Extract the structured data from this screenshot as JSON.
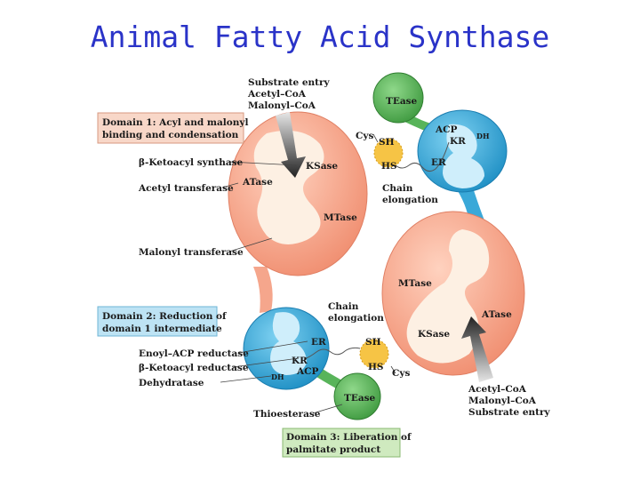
{
  "title": "Animal Fatty Acid Synthase",
  "substrate_entry_top": [
    "Substrate entry",
    "Acetyl–CoA",
    "Malonyl–CoA"
  ],
  "substrate_entry_bottom": [
    "Acetyl–CoA",
    "Malonyl–CoA",
    "Substrate entry"
  ],
  "domains": {
    "d1": [
      "Domain 1: Acyl and malonyl",
      "binding and condensation"
    ],
    "d2": [
      "Domain 2: Reduction of",
      "domain 1 intermediate"
    ],
    "d3": [
      "Domain 3: Liberation of",
      "palmitate product"
    ]
  },
  "left_labels": {
    "ketoacyl_synthase": "β-Ketoacyl synthase",
    "acetyl_transferase": "Acetyl transferase",
    "malonyl_transferase": "Malonyl transferase",
    "enoyl_reductase": "Enoyl–ACP reductase",
    "ketoacyl_reductase": "β-Ketoacyl reductase",
    "dehydratase": "Dehydratase",
    "thioesterase": "Thioesterase"
  },
  "enzymes": {
    "teasetop": "TEase",
    "acp": "ACP",
    "kr": "KR",
    "dh": "DH",
    "er": "ER",
    "ksase": "KSase",
    "atase": "ATase",
    "mtase": "MTase",
    "teasebot": "TEase"
  },
  "chain_elongation": [
    "Chain",
    "elongation"
  ],
  "cys": "Cys",
  "sh": "SH",
  "hs": "HS",
  "colors": {
    "title": "#2a33c8",
    "domain1": "#f8d7c8",
    "domain2": "#bde3f4",
    "domain3": "#cfeabf",
    "salmon": "#f5a68c",
    "blue": "#3aa8d8",
    "green": "#58b45a",
    "yellow": "#f6c445"
  }
}
